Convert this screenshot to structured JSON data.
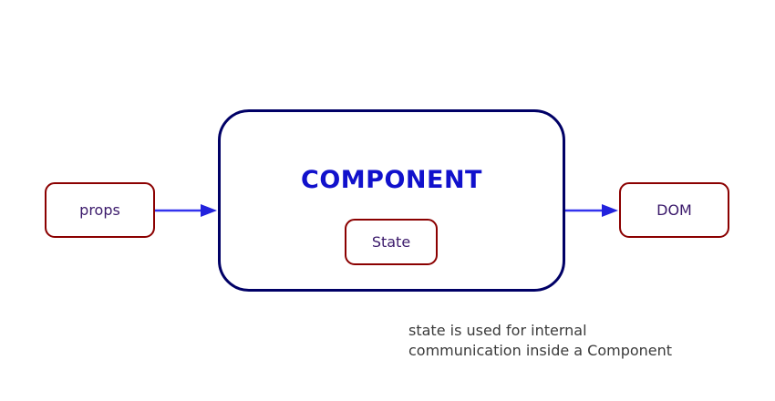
{
  "diagram": {
    "title_text": "COMPONENT",
    "nodes": {
      "props": "props",
      "state": "State",
      "dom": "DOM"
    },
    "caption": "state is used for internal\ncommunication inside a Component",
    "colors": {
      "component_border": "#000066",
      "component_title": "#1111cc",
      "node_border": "#8b0000",
      "node_label": "#3b1a6b",
      "arrow": "#3333ee",
      "caption_text": "#3a3a3a",
      "background": "#ffffff"
    },
    "arrows": [
      {
        "name": "props-to-component",
        "from": "props",
        "to": "COMPONENT"
      },
      {
        "name": "component-to-dom",
        "from": "COMPONENT",
        "to": "DOM"
      }
    ]
  }
}
